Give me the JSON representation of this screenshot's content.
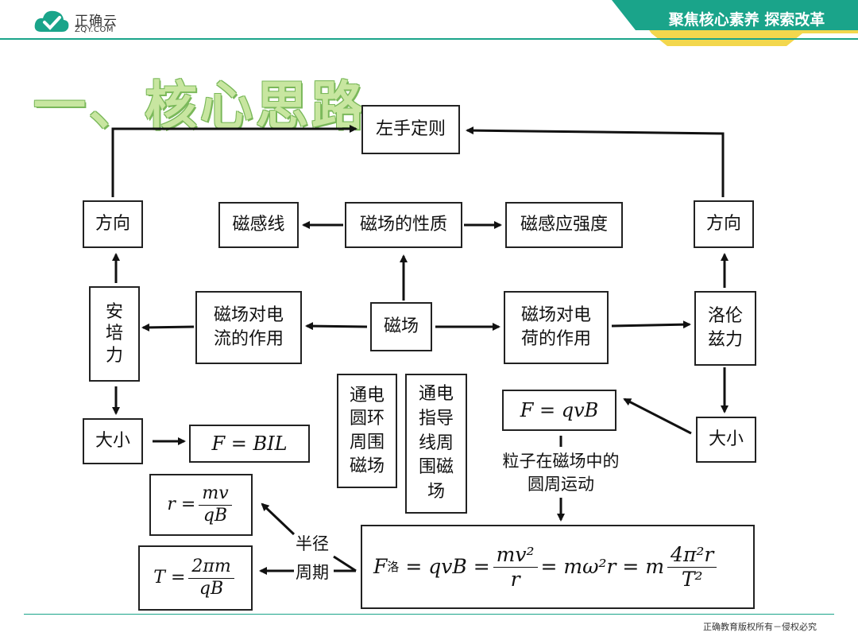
{
  "header": {
    "logo_name": "正确云",
    "logo_url": "ZQY.COM",
    "slogan": "聚焦核心素养 探索改革"
  },
  "title": "一、核心思路",
  "nodes": {
    "left_hand_rule": "左手定则",
    "direction_left": "方向",
    "direction_right": "方向",
    "field_lines": "磁感线",
    "field_properties": "磁场的性质",
    "induction_strength": "磁感应强度",
    "ampere_force": "安培力",
    "field_on_current": "磁场对电流的作用",
    "magnetic_field": "磁场",
    "field_on_charge": "磁场对电荷的作用",
    "lorentz_force": "洛伦兹力",
    "loop_field": "通电圆环周围磁场",
    "wire_field": "通电指导线周围磁场",
    "size_left": "大小",
    "size_right": "大小",
    "charge_in_field": "粒子在磁场中的圆周运动"
  },
  "formulas": {
    "ampere": "F = BIL",
    "lorentz": "F = qvB",
    "radius_lhs": "r =",
    "radius_num": "mv",
    "radius_den": "qB",
    "period_lhs": "T =",
    "period_num": "2πm",
    "period_den": "qB",
    "main_f": "F",
    "main_sub": "洛",
    "main_eq1": "= qvB =",
    "main_frac1_num": "mv²",
    "main_frac1_den": "r",
    "main_eq2": "= mω²r = m",
    "main_frac2_num": "4π²r",
    "main_frac2_den": "T²"
  },
  "labels": {
    "radius": "半径",
    "period": "周期"
  },
  "footer": "正确教育版权所有－侵权必究",
  "colors": {
    "accent_green": "#1aa48a",
    "slogan_yellow": "#f2d33a",
    "title_green": "#c8e6a0"
  }
}
